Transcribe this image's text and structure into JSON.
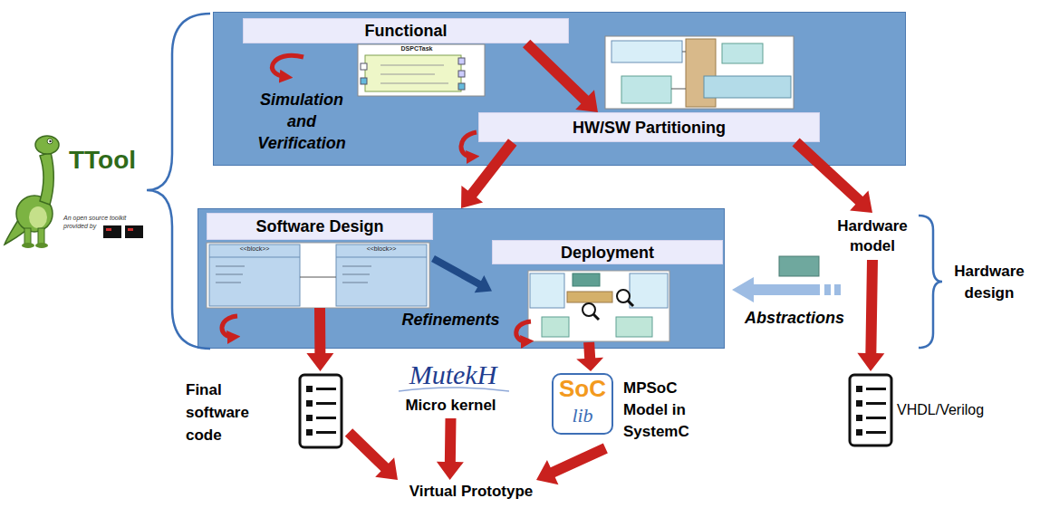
{
  "diagram": {
    "nodes": [
      {
        "text": [
          "Simulation and Verification"
        ]
      },
      {
        "text": [
          "Functional"
        ],
        "in": 0
      },
      {
        "text": [
          "HW/SW Partitioning"
        ],
        "in": 0
      },
      {
        "text": [
          "Refinements"
        ]
      },
      {
        "text": [
          "Software Design"
        ],
        "in": 3
      },
      {
        "text": [
          "Deployment"
        ],
        "in": 3
      },
      {
        "text": [
          "Hardware model"
        ]
      },
      {
        "text": [
          "Final software code"
        ]
      },
      {
        "text": [
          "Micro kernel"
        ]
      },
      {
        "text": [
          "MPSoC Model in SystemC"
        ]
      },
      {
        "text": [
          "VHDL/Verilog"
        ]
      },
      {
        "text": [
          "Virtual Prototype"
        ]
      }
    ],
    "edges": [
      {
        "from": 1,
        "to": 2,
        "arrow": "to"
      },
      {
        "from": 2,
        "to": 3,
        "arrow": "to"
      },
      {
        "from": 2,
        "to": 6,
        "arrow": "to"
      },
      {
        "from": 4,
        "to": 5,
        "arrow": "to"
      },
      {
        "from": 4,
        "to": 7,
        "arrow": "to"
      },
      {
        "from": 5,
        "to": 9,
        "arrow": "to"
      },
      {
        "from": 6,
        "to": 10,
        "arrow": "to"
      },
      {
        "from": 7,
        "to": 11,
        "arrow": "to"
      },
      {
        "from": 8,
        "to": 11,
        "arrow": "to"
      },
      {
        "from": 9,
        "to": 11,
        "arrow": "to"
      }
    ],
    "labels": [
      "TTool",
      "An open source toolkit provided by",
      "DSPCTask",
      "<<block>>",
      "<<block>>",
      "Abstractions",
      "Hardware design",
      "MutekH",
      "SoC",
      "lib"
    ]
  }
}
